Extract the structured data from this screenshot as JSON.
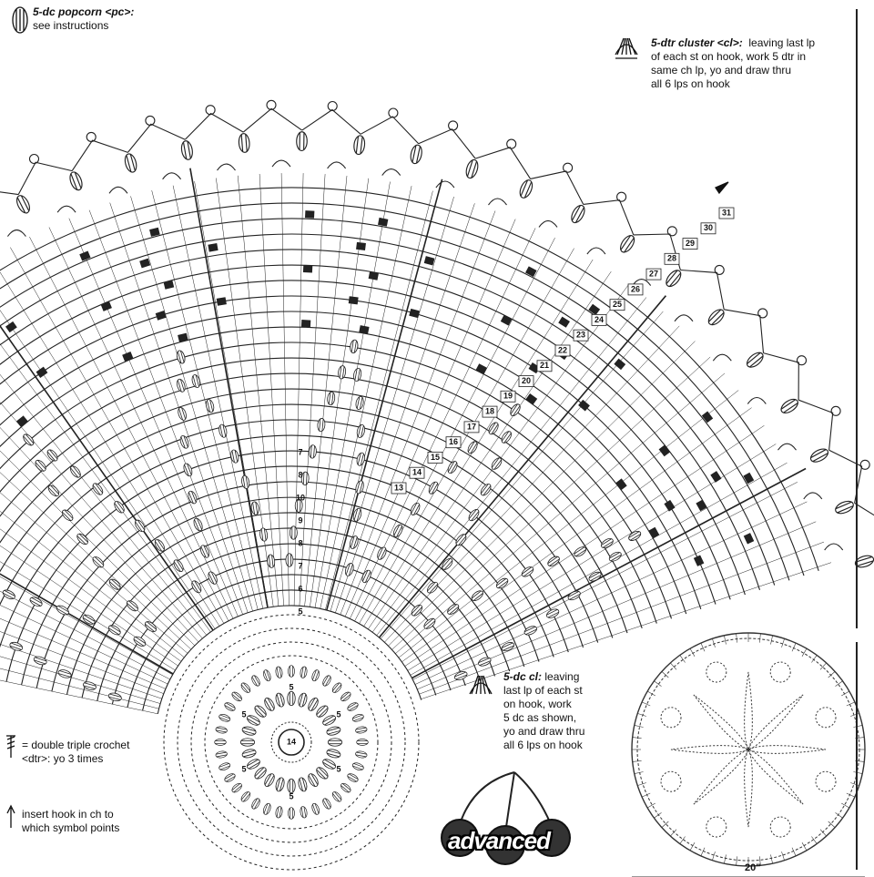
{
  "legend": {
    "popcorn": {
      "title": "5-dc popcorn <pc>:",
      "text": "see instructions"
    },
    "dtr_cluster": {
      "title": "5-dtr cluster <cl>:",
      "lines": [
        "leaving last lp",
        "of each st on hook, work 5 dtr in",
        "same ch lp, yo and draw thru",
        "all 6 lps on hook"
      ]
    },
    "dc_cluster": {
      "title": "5-dc cl:",
      "lines": [
        "leaving",
        "last lp of each st",
        "on hook, work",
        "5 dc as shown,",
        "yo and draw thru",
        "all 6 lps on hook"
      ]
    },
    "dtr": {
      "lines": [
        "= double triple crochet",
        "<dtr>: yo 3 times"
      ]
    },
    "insert": {
      "lines": [
        "insert hook in ch to",
        "which symbol points"
      ]
    }
  },
  "badge": {
    "label": "advanced"
  },
  "thumbnail": {
    "dimension": "20\""
  },
  "round_numbers": {
    "spoke_a": [
      "7",
      "8",
      "10",
      "9",
      "8",
      "7",
      "6",
      "5"
    ],
    "spoke_b": [
      "13",
      "14",
      "15",
      "16",
      "17",
      "18",
      "19",
      "20",
      "21",
      "22",
      "23",
      "24",
      "25",
      "26",
      "27",
      "28",
      "29",
      "30",
      "31"
    ],
    "center": [
      "14"
    ],
    "hub": [
      "5",
      "5",
      "5",
      "5",
      "5",
      "5"
    ]
  }
}
